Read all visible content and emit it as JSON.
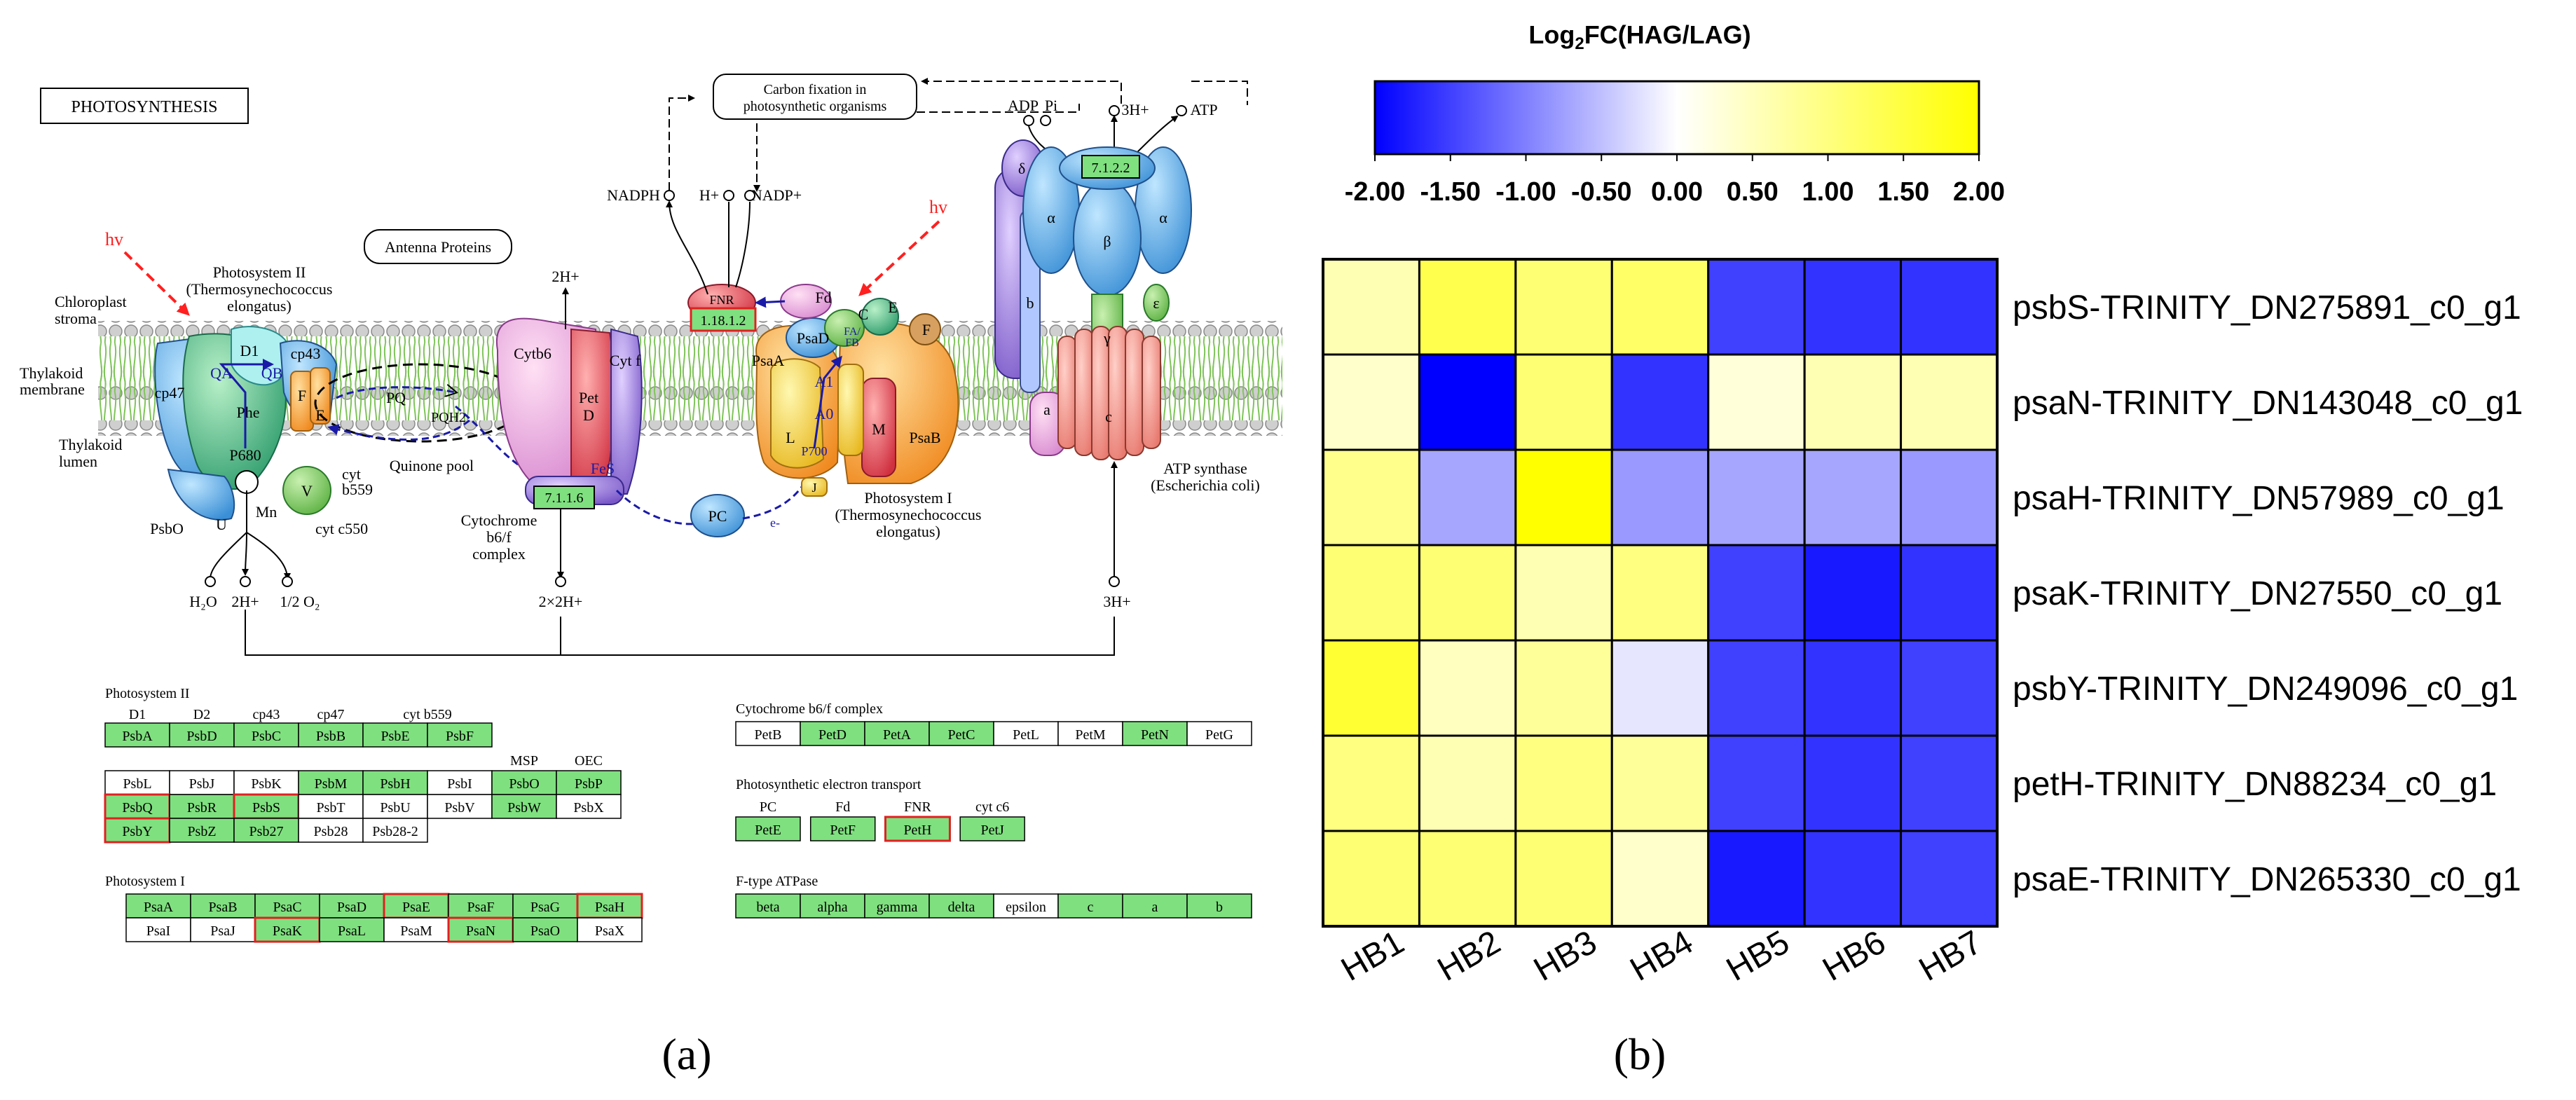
{
  "panel_a": {
    "title": "PHOTOSYNTHESIS",
    "caption": "(a)",
    "hv": "hv",
    "labels": {
      "stroma": [
        "Chloroplast",
        "stroma"
      ],
      "membrane": [
        "Thylakoid",
        "membrane"
      ],
      "lumen": [
        "Thylakoid",
        "lumen"
      ],
      "ps2": [
        "Photosystem II",
        "(Thermosynechococcus",
        "elongatus)"
      ],
      "ps1": [
        "Photosystem I",
        "(Thermosynechococcus",
        "elongatus)"
      ],
      "cytb6f": [
        "Cytochrome",
        "b6/f",
        "complex"
      ],
      "atp": [
        "ATP synthase",
        "(Escherichia coli)"
      ],
      "carbon": [
        "Carbon fixation in",
        "photosynthetic organisms"
      ],
      "antenna": "Antenna Proteins",
      "quinone": "Quinone pool",
      "nadph": "NADPH",
      "hplus": "H+",
      "nadpplus": "NADP+",
      "two_h_top": "2H+",
      "three_h_top": "3H+",
      "adp": "ADP",
      "pi": "Pi",
      "atp_small": "ATP",
      "h2o": "H₂O",
      "two_h_bottom": "2H+",
      "half_o2": "1/2 O₂",
      "two_x_two_h": "2×2H+",
      "three_h_bottom": "3H+",
      "cyt_b559": [
        "cyt",
        "b559"
      ],
      "cyt_c550": "cyt c550",
      "mn": "Mn",
      "psbo": "PsbO",
      "pq": "PQ",
      "pqh2": "PQH2",
      "pc": "PC",
      "e": "e-"
    },
    "complex_labels": {
      "d1": "D1",
      "cp43": "cp43",
      "cp47": "cp47",
      "qa": "QA",
      "qb": "QB",
      "phe": "Phe",
      "p680": "P680",
      "f": "F",
      "e_sub": "E",
      "v": "V",
      "u": "U",
      "cytb6": "Cytb6",
      "pet_d": [
        "Pet",
        "D"
      ],
      "cytf": "Cyt f",
      "fes": "FeS",
      "fnr": "FNR",
      "fd": "Fd",
      "psad": "PsaD",
      "psaa": "PsaA",
      "psab": "PsaB",
      "l": "L",
      "m": "M",
      "c": "C",
      "e2": "E",
      "f2": "F",
      "fafb": [
        "FA/",
        "FB"
      ],
      "a1": "A1",
      "a0": "A0",
      "p700": "P700",
      "j": "J",
      "delta": "δ",
      "alpha": "α",
      "beta": "β",
      "gamma": "γ",
      "epsilon": "ε",
      "b": "b",
      "a": "a",
      "c_sub": "c"
    },
    "ec_numbers": {
      "fnr": "1.18.1.2",
      "cytb6f": "7.1.1.6",
      "atp": "7.1.2.2"
    },
    "legend": {
      "ps2_title": "Photosystem II",
      "ps2_headers": [
        "D1",
        "D2",
        "cp43",
        "cp47",
        "cyt b559"
      ],
      "ps2_row1": [
        {
          "t": "PsbA",
          "s": "g"
        },
        {
          "t": "PsbD",
          "s": "g"
        },
        {
          "t": "PsbC",
          "s": "g"
        },
        {
          "t": "PsbB",
          "s": "g"
        },
        {
          "t": "PsbE",
          "s": "g"
        },
        {
          "t": "PsbF",
          "s": "g"
        }
      ],
      "ps2_headers2": [
        "MSP",
        "OEC"
      ],
      "ps2_grid": [
        [
          {
            "t": "PsbL",
            "s": "w"
          },
          {
            "t": "PsbJ",
            "s": "w"
          },
          {
            "t": "PsbK",
            "s": "w"
          },
          {
            "t": "PsbM",
            "s": "g"
          },
          {
            "t": "PsbH",
            "s": "g"
          },
          {
            "t": "PsbI",
            "s": "w"
          },
          {
            "t": "PsbO",
            "s": "g"
          },
          {
            "t": "PsbP",
            "s": "g"
          }
        ],
        [
          {
            "t": "PsbQ",
            "s": "r"
          },
          {
            "t": "PsbR",
            "s": "g"
          },
          {
            "t": "PsbS",
            "s": "r"
          },
          {
            "t": "PsbT",
            "s": "w"
          },
          {
            "t": "PsbU",
            "s": "w"
          },
          {
            "t": "PsbV",
            "s": "w"
          },
          {
            "t": "PsbW",
            "s": "g"
          },
          {
            "t": "PsbX",
            "s": "w"
          }
        ],
        [
          {
            "t": "PsbY",
            "s": "r"
          },
          {
            "t": "PsbZ",
            "s": "g"
          },
          {
            "t": "Psb27",
            "s": "g"
          },
          {
            "t": "Psb28",
            "s": "w"
          },
          {
            "t": "Psb28-2",
            "s": "w"
          }
        ]
      ],
      "ps1_title": "Photosystem I",
      "ps1_grid": [
        [
          {
            "t": "PsaA",
            "s": "g"
          },
          {
            "t": "PsaB",
            "s": "g"
          },
          {
            "t": "PsaC",
            "s": "g"
          },
          {
            "t": "PsaD",
            "s": "g"
          },
          {
            "t": "PsaE",
            "s": "r"
          },
          {
            "t": "PsaF",
            "s": "g"
          },
          {
            "t": "PsaG",
            "s": "g"
          },
          {
            "t": "PsaH",
            "s": "r"
          }
        ],
        [
          {
            "t": "PsaI",
            "s": "w"
          },
          {
            "t": "PsaJ",
            "s": "w"
          },
          {
            "t": "PsaK",
            "s": "r"
          },
          {
            "t": "PsaL",
            "s": "g"
          },
          {
            "t": "PsaM",
            "s": "w"
          },
          {
            "t": "PsaN",
            "s": "r"
          },
          {
            "t": "PsaO",
            "s": "g"
          },
          {
            "t": "PsaX",
            "s": "w"
          }
        ]
      ],
      "cyt_title": "Cytochrome b6/f complex",
      "cyt_row": [
        {
          "t": "PetB",
          "s": "w"
        },
        {
          "t": "PetD",
          "s": "g"
        },
        {
          "t": "PetA",
          "s": "g"
        },
        {
          "t": "PetC",
          "s": "g"
        },
        {
          "t": "PetL",
          "s": "w"
        },
        {
          "t": "PetM",
          "s": "w"
        },
        {
          "t": "PetN",
          "s": "g"
        },
        {
          "t": "PetG",
          "s": "w"
        }
      ],
      "pet_title": "Photosynthetic electron transport",
      "pet_headers": [
        "PC",
        "Fd",
        "FNR",
        "cyt c6"
      ],
      "pet_row": [
        {
          "t": "PetE",
          "s": "g"
        },
        {
          "t": "PetF",
          "s": "g"
        },
        {
          "t": "PetH",
          "s": "r"
        },
        {
          "t": "PetJ",
          "s": "g"
        }
      ],
      "atp_title": "F-type ATPase",
      "atp_row": [
        {
          "t": "beta",
          "s": "g"
        },
        {
          "t": "alpha",
          "s": "g"
        },
        {
          "t": "gamma",
          "s": "g"
        },
        {
          "t": "delta",
          "s": "g"
        },
        {
          "t": "epsilon",
          "s": "w"
        },
        {
          "t": "c",
          "s": "g"
        },
        {
          "t": "a",
          "s": "g"
        },
        {
          "t": "b",
          "s": "g"
        }
      ]
    },
    "colors": {
      "hit_green": "#7fe07f",
      "hit_red_border": "#e02020",
      "pathway_arrow": "#1a1aa8",
      "light_arrow": "#ff2020"
    }
  },
  "panel_b": {
    "caption": "(b)",
    "colorbar_title_prefix": "Log",
    "colorbar_title_sub": "2",
    "colorbar_title_suffix": "FC(HAG/LAG)",
    "colorbar_ticks": [
      "-2.00",
      "-1.50",
      "-1.00",
      "-0.50",
      "0.00",
      "0.50",
      "1.00",
      "1.50",
      "2.00"
    ],
    "colors": {
      "low": "#0000ff",
      "mid": "#ffffff",
      "high": "#ffff00",
      "border": "#000000"
    }
  },
  "chart_data": {
    "type": "heatmap",
    "title": "Log2FC(HAG/LAG)",
    "columns": [
      "HB1",
      "HB2",
      "HB3",
      "HB4",
      "HB5",
      "HB6",
      "HB7"
    ],
    "rows": [
      "psbS-TRINITY_DN275891_c0_g1",
      "psaN-TRINITY_DN143048_c0_g1",
      "psaH-TRINITY_DN57989_c0_g1",
      "psaK-TRINITY_DN27550_c0_g1",
      "psbY-TRINITY_DN249096_c0_g1",
      "petH-TRINITY_DN88234_c0_g1",
      "psaE-TRINITY_DN265330_c0_g1"
    ],
    "values": [
      [
        0.6,
        1.4,
        1.1,
        1.2,
        -1.5,
        -1.6,
        -1.6
      ],
      [
        0.4,
        -2.0,
        1.1,
        -1.6,
        0.3,
        0.6,
        0.6
      ],
      [
        0.9,
        -0.7,
        2.0,
        -0.8,
        -0.7,
        -0.7,
        -0.8
      ],
      [
        1.1,
        1.1,
        0.6,
        1.0,
        -1.5,
        -1.8,
        -1.6
      ],
      [
        1.6,
        0.5,
        0.8,
        -0.2,
        -1.5,
        -1.6,
        -1.5
      ],
      [
        1.0,
        0.6,
        1.0,
        0.8,
        -1.5,
        -1.6,
        -1.5
      ],
      [
        1.1,
        1.1,
        1.1,
        0.4,
        -1.8,
        -1.6,
        -1.5
      ]
    ],
    "vmin": -2.0,
    "vmax": 2.0,
    "colorscale": [
      "#0000ff",
      "#ffffff",
      "#ffff00"
    ]
  }
}
